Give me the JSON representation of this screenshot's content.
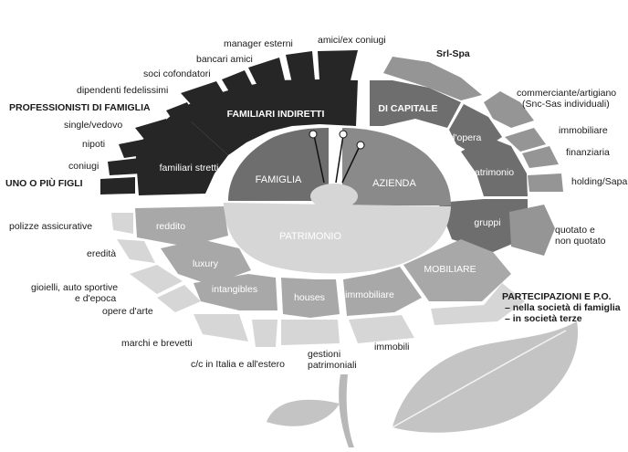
{
  "center": {
    "famiglia": "FAMIGLIA",
    "azienda": "AZIENDA",
    "patrimonio": "PATRIMONIO"
  },
  "ring1": {
    "familiari_indiretti": "FAMILIARI INDIRETTI",
    "familiari_stretti": "familiari stretti",
    "di_capitale": "DI CAPITALE",
    "d_opera": "d'opera",
    "di_patrimonio": "di patrimonio",
    "gruppi": "gruppi",
    "mobiliare": "MOBILIARE",
    "immobiliare": "immobiliare",
    "houses": "houses",
    "intangibles": "intangibles",
    "luxury": "luxury",
    "reddito": "reddito"
  },
  "outer": {
    "manager_esterni": "manager esterni",
    "amici_ex_coniugi": "amici/ex coniugi",
    "bancari_amici": "bancari amici",
    "soci_cofondatori": "soci cofondatori",
    "dipendenti_fedelissimi": "dipendenti fedelissimi",
    "professionisti": "PROFESSIONISTI DI FAMIGLIA",
    "single_vedovo": "single/vedovo",
    "nipoti": "nipoti",
    "coniugi": "coniugi",
    "uno_piu_figli": "UNO O PIÙ FIGLI",
    "srl_spa": "Srl-Spa",
    "commercianti_1": "commerciante/artigiano",
    "commercianti_2": "(Snc-Sas individuali)",
    "immobiliare": "immobiliare",
    "finanziaria": "finanziaria",
    "holding": "holding/Sapa",
    "quotato_1": "quotato e",
    "quotato_2": "non quotato",
    "partecipazioni_1": "PARTECIPAZIONI E P.O.",
    "partecipazioni_2": "– nella società di famiglia",
    "partecipazioni_3": "– in società terze",
    "immobili": "immobili",
    "gestioni_1": "gestioni",
    "gestioni_2": "patrimoniali",
    "cc_italia": "c/c in Italia e all'estero",
    "marchi_brevetti": "marchi e brevetti",
    "opere_arte": "opere d'arte",
    "gioielli_1": "gioielli, auto sportive",
    "gioielli_2": "e d'epoca",
    "eredita": "eredità",
    "polizze": "polizze assicurative"
  },
  "colors": {
    "dark": "#262626",
    "mid": "#6e6e6e",
    "light": "#a8a8a8",
    "pale": "#d6d6d6",
    "leaf": "#c4c4c4"
  }
}
